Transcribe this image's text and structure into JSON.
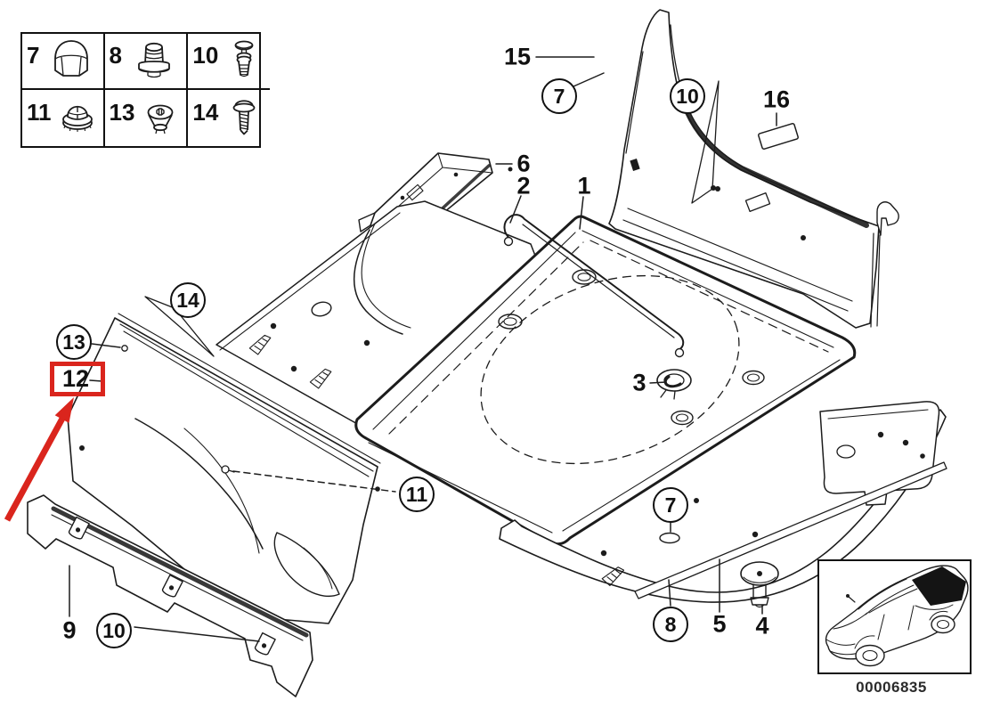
{
  "legend_table": {
    "rows": [
      [
        {
          "label": "7",
          "icon": "cap-nut-icon"
        },
        {
          "label": "8",
          "icon": "plug-icon"
        },
        {
          "label": "10",
          "icon": "expansion-rivet-icon"
        }
      ],
      [
        {
          "label": "11",
          "icon": "expanding-nut-icon"
        },
        {
          "label": "13",
          "icon": "clip-nut-icon"
        },
        {
          "label": "14",
          "icon": "screw-icon"
        }
      ]
    ]
  },
  "callouts": {
    "n15": {
      "label": "15"
    },
    "n16": {
      "label": "16"
    },
    "n6": {
      "label": "6"
    },
    "n2": {
      "label": "2"
    },
    "n1": {
      "label": "1"
    },
    "n3": {
      "label": "3"
    },
    "n9": {
      "label": "9"
    },
    "n5": {
      "label": "5"
    },
    "n4": {
      "label": "4"
    },
    "c7a": {
      "label": "7"
    },
    "c10a": {
      "label": "10"
    },
    "c14": {
      "label": "14"
    },
    "c13": {
      "label": "13"
    },
    "c11": {
      "label": "11"
    },
    "c7b": {
      "label": "7"
    },
    "c10b": {
      "label": "10"
    },
    "c8": {
      "label": "8"
    }
  },
  "highlight": {
    "label": "12",
    "color": "#da251d"
  },
  "thumbnail": {
    "code": "00006835"
  },
  "colors": {
    "line": "#1c1c1c",
    "highlight": "#da251d"
  }
}
